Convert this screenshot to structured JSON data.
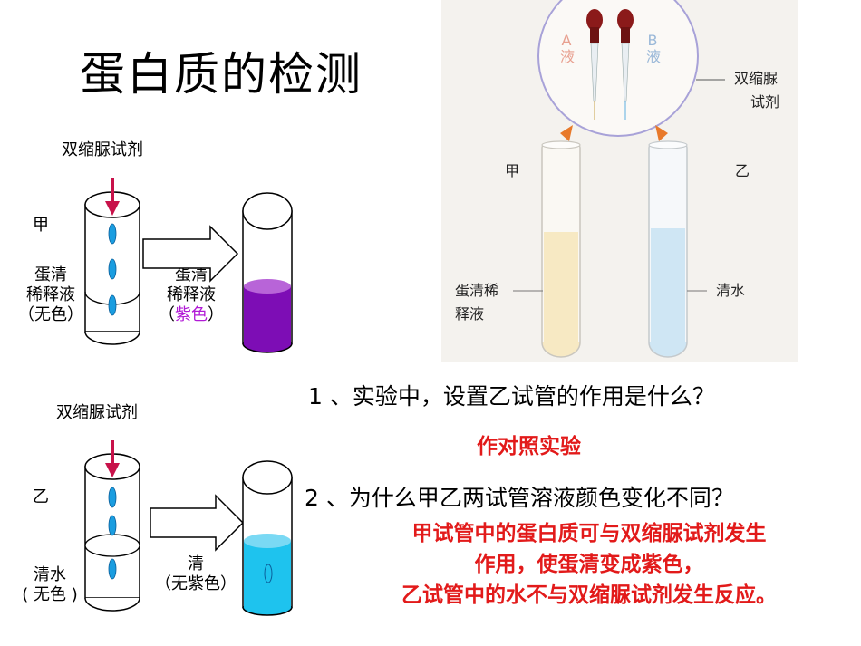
{
  "title": "蛋白质的检测",
  "top_diagram": {
    "reagent": "双缩脲试剂",
    "tube_name": "甲",
    "before_line1": "蛋清",
    "before_line2": "稀释液",
    "before_color": "（无色）",
    "after_line1": "蛋清",
    "after_line2": "稀释液",
    "after_color_open": "（",
    "after_color": "紫色",
    "after_color_close": "）"
  },
  "bottom_diagram": {
    "reagent": "双缩脲试剂",
    "tube_name": "乙",
    "before_line1": "清水",
    "before_color": "( 无色 )",
    "after_line1": "清",
    "after_color": "（无紫色）"
  },
  "photo": {
    "drop_a": "A液",
    "drop_b": "B液",
    "reagent_line1": "双缩脲",
    "reagent_line2": "试剂",
    "tube_left": "甲",
    "tube_right": "乙",
    "left_content_line1": "蛋清稀",
    "left_content_line2": "释液",
    "right_content": "清水"
  },
  "questions": {
    "q1": "1 、实验中，设置乙试管的作用是什么？",
    "a1": "作对照实验",
    "q2": "2 、为什么甲乙两试管溶液颜色变化不同？",
    "a2_line1": "甲试管中的蛋白质可与双缩脲试剂发生",
    "a2_line2": "作用，使蛋清变成紫色，",
    "a2_line3": "乙试管中的水不与双缩脲试剂发生反应。"
  },
  "colors": {
    "purple": "#7d0db5",
    "blue": "#1ec3ee",
    "answer_red": "#e21a1a",
    "drop_blue": "#2fb4ee",
    "arrow_red": "#c8124a"
  }
}
